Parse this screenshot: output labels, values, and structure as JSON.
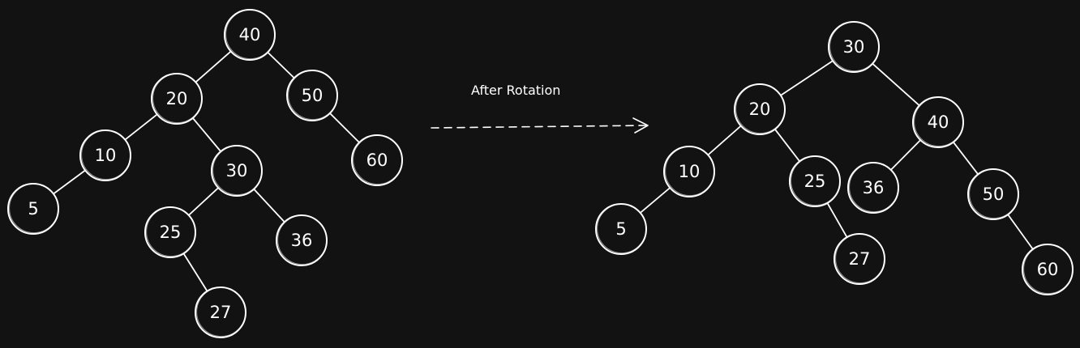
{
  "colors": {
    "background": "#121212",
    "stroke": "#ffffff"
  },
  "caption": "After Rotation",
  "trees": [
    {
      "name": "before-rotation",
      "nodes": [
        {
          "id": "b40",
          "label": "40"
        },
        {
          "id": "b20",
          "label": "20"
        },
        {
          "id": "b50",
          "label": "50"
        },
        {
          "id": "b10",
          "label": "10"
        },
        {
          "id": "b30",
          "label": "30"
        },
        {
          "id": "b60",
          "label": "60"
        },
        {
          "id": "b5",
          "label": "5"
        },
        {
          "id": "b25",
          "label": "25"
        },
        {
          "id": "b36",
          "label": "36"
        },
        {
          "id": "b27",
          "label": "27"
        }
      ],
      "edges": [
        [
          "b40",
          "b20"
        ],
        [
          "b40",
          "b50"
        ],
        [
          "b20",
          "b10"
        ],
        [
          "b20",
          "b30"
        ],
        [
          "b50",
          "b60"
        ],
        [
          "b10",
          "b5"
        ],
        [
          "b30",
          "b25"
        ],
        [
          "b30",
          "b36"
        ],
        [
          "b25",
          "b27"
        ]
      ]
    },
    {
      "name": "after-rotation",
      "nodes": [
        {
          "id": "a30",
          "label": "30"
        },
        {
          "id": "a20",
          "label": "20"
        },
        {
          "id": "a40",
          "label": "40"
        },
        {
          "id": "a10",
          "label": "10"
        },
        {
          "id": "a25",
          "label": "25"
        },
        {
          "id": "a36",
          "label": "36"
        },
        {
          "id": "a50",
          "label": "50"
        },
        {
          "id": "a5",
          "label": "5"
        },
        {
          "id": "a27",
          "label": "27"
        },
        {
          "id": "a60",
          "label": "60"
        }
      ],
      "edges": [
        [
          "a30",
          "a20"
        ],
        [
          "a30",
          "a40"
        ],
        [
          "a20",
          "a10"
        ],
        [
          "a20",
          "a25"
        ],
        [
          "a40",
          "a36"
        ],
        [
          "a40",
          "a50"
        ],
        [
          "a10",
          "a5"
        ],
        [
          "a25",
          "a27"
        ],
        [
          "a50",
          "a60"
        ]
      ]
    }
  ]
}
